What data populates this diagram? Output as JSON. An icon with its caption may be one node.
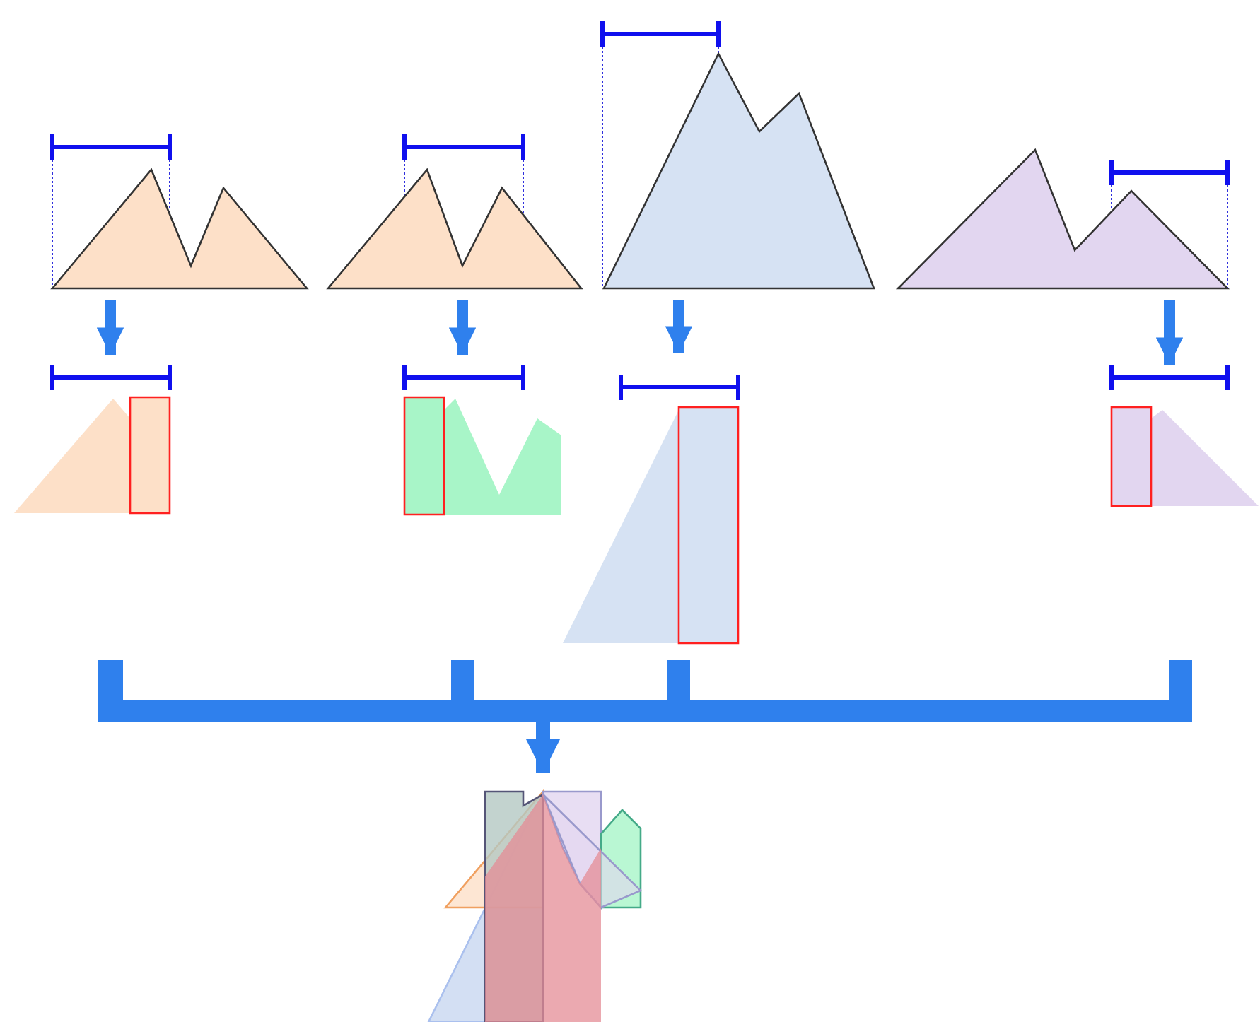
{
  "diagram": {
    "nodes": [
      {
        "text": [],
        "shape": "polygon"
      },
      {
        "text": [],
        "shape": "polygon"
      },
      {
        "text": [],
        "shape": "polygon"
      },
      {
        "text": [],
        "shape": "polygon"
      },
      {
        "text": [],
        "shape": "polygon"
      },
      {
        "text": [],
        "shape": "polygon"
      },
      {
        "text": [],
        "shape": "polygon"
      },
      {
        "text": [],
        "shape": "polygon"
      },
      {
        "text": [],
        "shape": "bracket"
      },
      {
        "text": [],
        "shape": "polygon"
      }
    ],
    "edges": [
      {
        "from": 0,
        "to": 4,
        "arrow": "to"
      },
      {
        "from": 1,
        "to": 5,
        "arrow": "to"
      },
      {
        "from": 2,
        "to": 6,
        "arrow": "to"
      },
      {
        "from": 3,
        "to": 7,
        "arrow": "to"
      },
      {
        "from": 8,
        "to": 9,
        "arrow": "to"
      }
    ]
  }
}
